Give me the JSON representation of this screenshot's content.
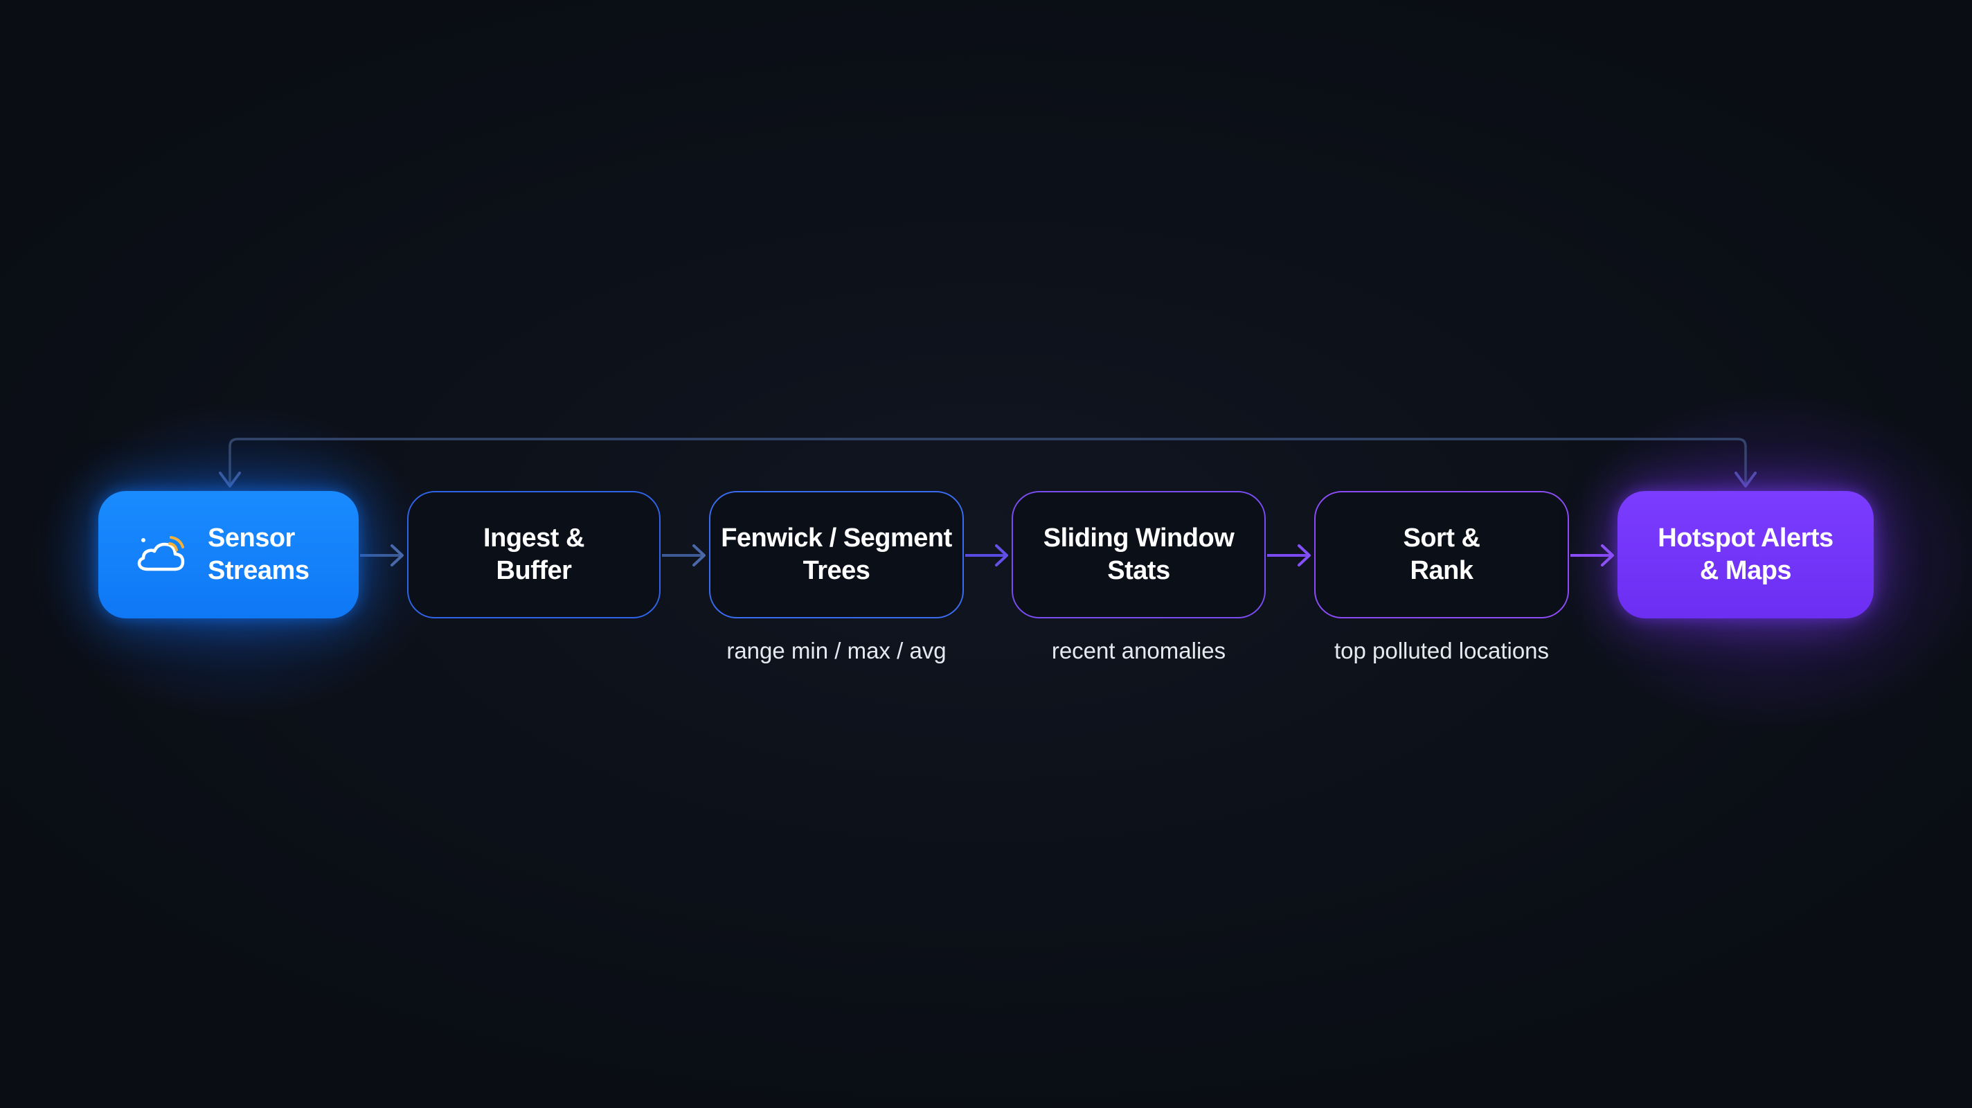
{
  "colors": {
    "background": "#0c1018",
    "source_fill": "#1a8bff",
    "sink_fill": "#7b3cff",
    "blue_border": "#2f64e8",
    "purple_border": "#8c4cf5",
    "feedback_line": "#3b4f7a"
  },
  "pipeline": {
    "nodes": [
      {
        "id": "sensor-streams",
        "label": "Sensor\nStreams",
        "icon": "cloud-signal-icon"
      },
      {
        "id": "ingest-buffer",
        "label": "Ingest &\nBuffer"
      },
      {
        "id": "fenwick-segment-trees",
        "label": "Fenwick / Segment\nTrees",
        "caption": "range min / max / avg"
      },
      {
        "id": "sliding-window-stats",
        "label": "Sliding Window\nStats",
        "caption": "recent anomalies"
      },
      {
        "id": "sort-rank",
        "label": "Sort &\nRank",
        "caption": "top polluted locations"
      },
      {
        "id": "hotspot-alerts-maps",
        "label": "Hotspot Alerts\n& Maps"
      }
    ],
    "edges": [
      {
        "from": "sensor-streams",
        "to": "ingest-buffer"
      },
      {
        "from": "ingest-buffer",
        "to": "fenwick-segment-trees"
      },
      {
        "from": "fenwick-segment-trees",
        "to": "sliding-window-stats"
      },
      {
        "from": "sliding-window-stats",
        "to": "sort-rank"
      },
      {
        "from": "sort-rank",
        "to": "hotspot-alerts-maps"
      },
      {
        "from": "feedback-bus",
        "to": "sensor-streams",
        "style": "feedback"
      },
      {
        "from": "feedback-bus",
        "to": "hotspot-alerts-maps",
        "style": "feedback"
      }
    ]
  }
}
